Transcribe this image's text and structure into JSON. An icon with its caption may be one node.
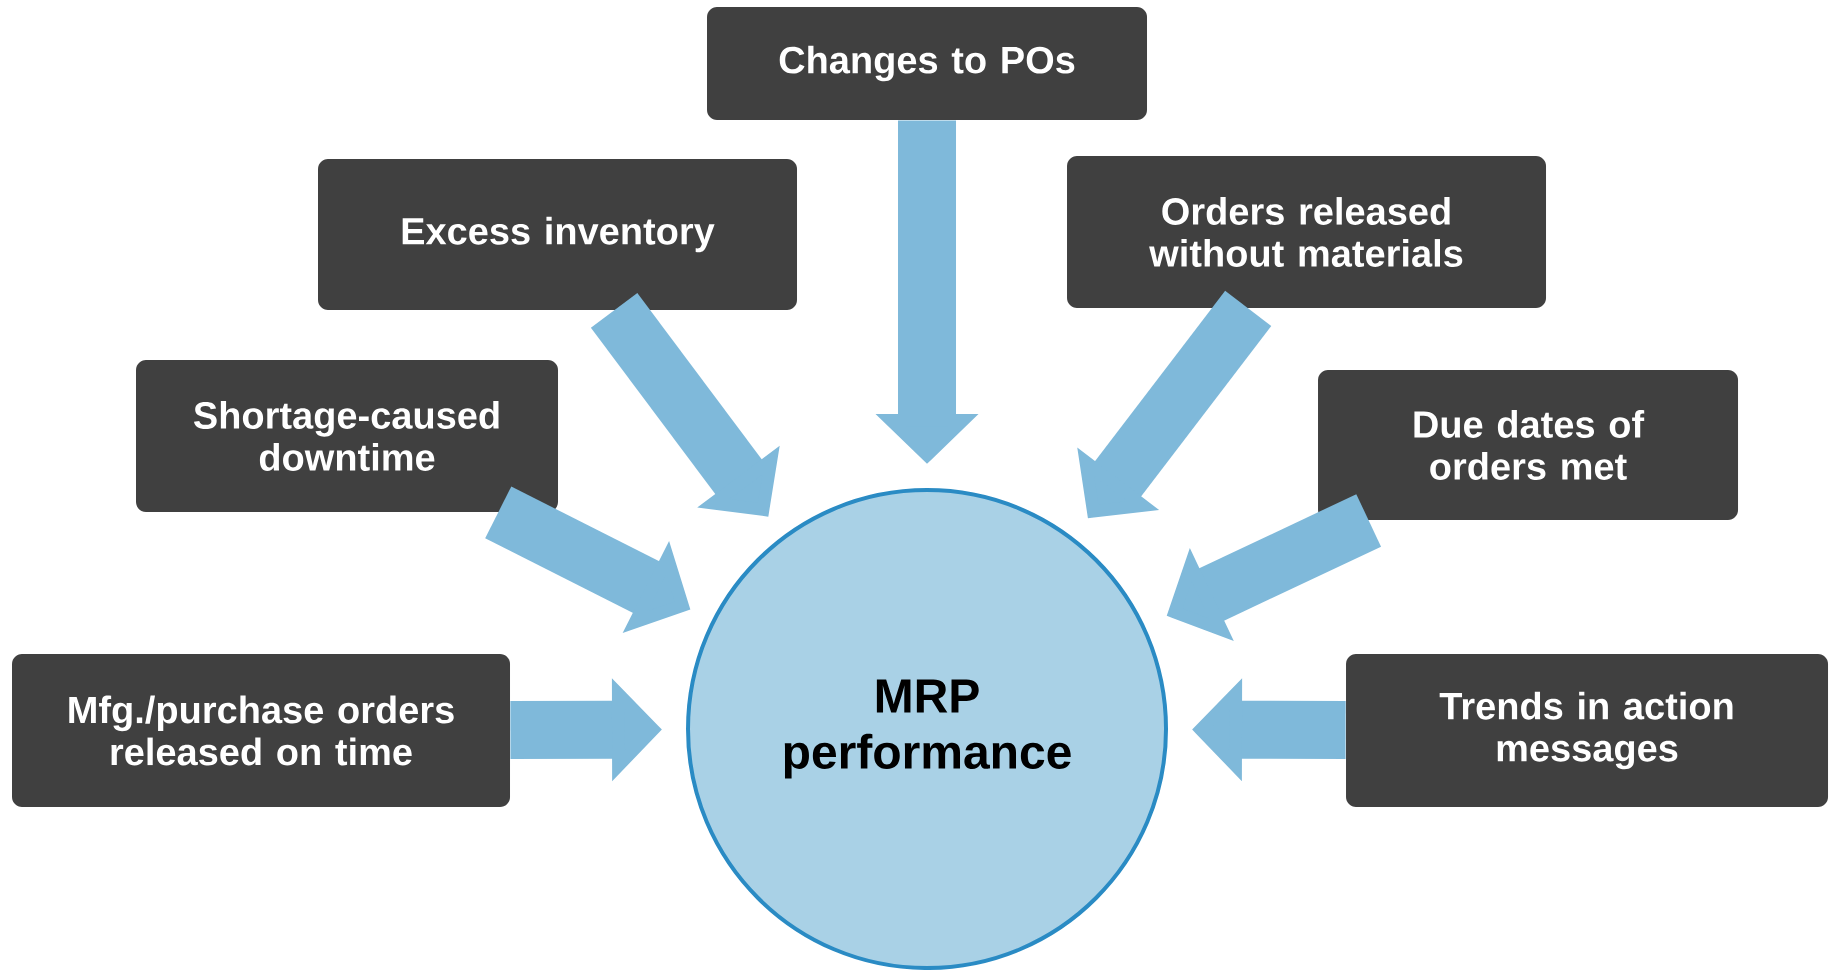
{
  "diagram": {
    "nodes": [
      {
        "text": [
          "Changes to POs"
        ]
      },
      {
        "text": [
          "Excess inventory"
        ]
      },
      {
        "text": [
          "Orders released without materials"
        ]
      },
      {
        "text": [
          "Shortage-caused downtime"
        ]
      },
      {
        "text": [
          "Due dates of orders met"
        ]
      },
      {
        "text": [
          "Mfg./purchase orders released on time"
        ]
      },
      {
        "text": [
          "Trends in action messages"
        ]
      },
      {
        "text": [
          "MRP performance"
        ]
      }
    ],
    "edges": [
      {
        "from": 0,
        "to": 7,
        "arrow": "to"
      },
      {
        "from": 1,
        "to": 7,
        "arrow": "to"
      },
      {
        "from": 2,
        "to": 7,
        "arrow": "to"
      },
      {
        "from": 3,
        "to": 7,
        "arrow": "to"
      },
      {
        "from": 4,
        "to": 7,
        "arrow": "to"
      },
      {
        "from": 5,
        "to": 7,
        "arrow": "to"
      },
      {
        "from": 6,
        "to": 7,
        "arrow": "to"
      }
    ]
  }
}
